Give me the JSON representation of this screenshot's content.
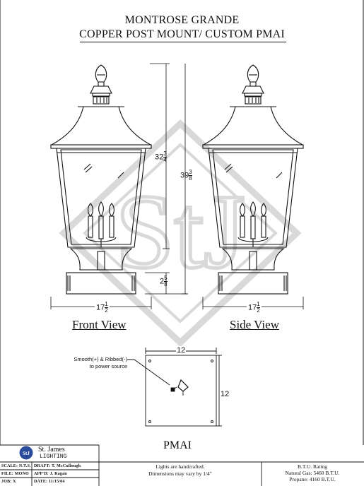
{
  "title_line1": "MONTROSE GRANDE",
  "title_line2": "COPPER POST MOUNT/ CUSTOM PMAI",
  "front_view_label": "Front View",
  "side_view_label": "Side View",
  "dimensions": {
    "height_body": {
      "whole": "32",
      "num": "3",
      "den": "4"
    },
    "height_total": {
      "whole": "39",
      "num": "3",
      "den": "8"
    },
    "base_height": {
      "whole": "2",
      "num": "5",
      "den": "8"
    },
    "width_front": {
      "whole": "17",
      "num": "1",
      "den": "2"
    },
    "width_side": {
      "whole": "17",
      "num": "1",
      "den": "2"
    },
    "plate_width": "12",
    "plate_height": "12"
  },
  "plate_note_line1": "Smooth(+) & Ribbed(-)",
  "plate_note_line2": "to power source",
  "plate_label": "PMAI",
  "title_block": {
    "logo_line1": "St. James",
    "logo_line2": "LIGHTING",
    "logo_mark": "StJ",
    "scale_label": "SCALE:",
    "scale_value": "N.T.S.",
    "file_label": "FILE:",
    "file_value": "MONO",
    "job_label": "JOB:",
    "job_value": "X",
    "draft_label": "DRAFT:",
    "draft_value": "T. McCullough",
    "appd_label": "APP'D:",
    "appd_value": "J. Ragan",
    "date_label": "DATE:",
    "date_value": "11/15/04",
    "handcraft_line1": "Lights are handcrafted.",
    "handcraft_line2": "Dimensions may vary by 1/4\"",
    "btu_line1": "B.T.U. Rating",
    "btu_line2": "Natural Gas: 5460 B.T.U.",
    "btu_line3": "Propane: 4160 B.T.U."
  }
}
